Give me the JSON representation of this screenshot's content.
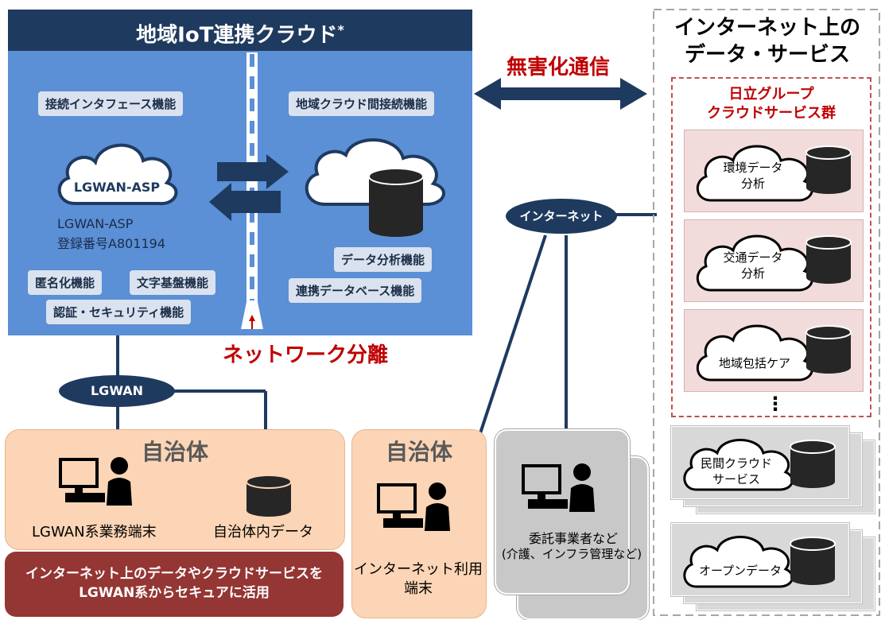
{
  "cloud_panel": {
    "title": "地域IoT連携クラウド",
    "title_mark": "*",
    "labels": {
      "interface": "接続インタフェース機能",
      "inter_cloud": "地域クラウド間接続機能",
      "anonymize": "匿名化機能",
      "charset": "文字基盤機能",
      "auth_security": "認証・セキュリティ機能",
      "data_analysis": "データ分析機能",
      "linked_db": "連携データベース機能"
    },
    "asp_cloud_label": "LGWAN-ASP",
    "asp_line1": "LGWAN-ASP",
    "asp_line2": "登録番号A801194"
  },
  "network_separation": "ネットワーク分離",
  "secure_comm": "無害化通信",
  "internet_services": {
    "title_line1": "インターネット上の",
    "title_line2": "データ・サービス",
    "hitachi_line1": "日立グループ",
    "hitachi_line2": "クラウドサービス群",
    "services": [
      {
        "line1": "環境データ",
        "line2": "分析"
      },
      {
        "line1": "交通データ",
        "line2": "分析"
      },
      {
        "line1": "地域包括ケア",
        "line2": ""
      }
    ],
    "ellipsis": "⋮",
    "external": [
      {
        "line1": "民間クラウド",
        "line2": "サービス"
      },
      {
        "line1": "オープンデータ",
        "line2": ""
      }
    ]
  },
  "networks": {
    "lgwan": "LGWAN",
    "internet": "インターネット"
  },
  "municipality_lgwan": {
    "title": "自治体",
    "terminal": "LGWAN系業務端末",
    "data": "自治体内データ"
  },
  "municipality_internet": {
    "title": "自治体",
    "line1": "インターネット利用",
    "line2": "端末"
  },
  "contractors": {
    "line1": "委託事業者など",
    "line2": "(介護、インフラ管理など)"
  },
  "banner": {
    "line1": "インターネット上のデータやクラウドサービスを",
    "line2": "LGWAN系からセキュアに活用"
  },
  "colors": {
    "panel_blue": "#5b8fd6",
    "navy": "#1f3a5f",
    "dark_red": "#c00000",
    "banner_red": "#943634",
    "peach": "#fbd5b5",
    "pink": "#f2dcdb",
    "gray": "#c8c8c8"
  },
  "icons": [
    "cloud-icon",
    "database-icon",
    "person-at-computer-icon",
    "double-arrow-icon",
    "exchange-arrows-icon"
  ]
}
